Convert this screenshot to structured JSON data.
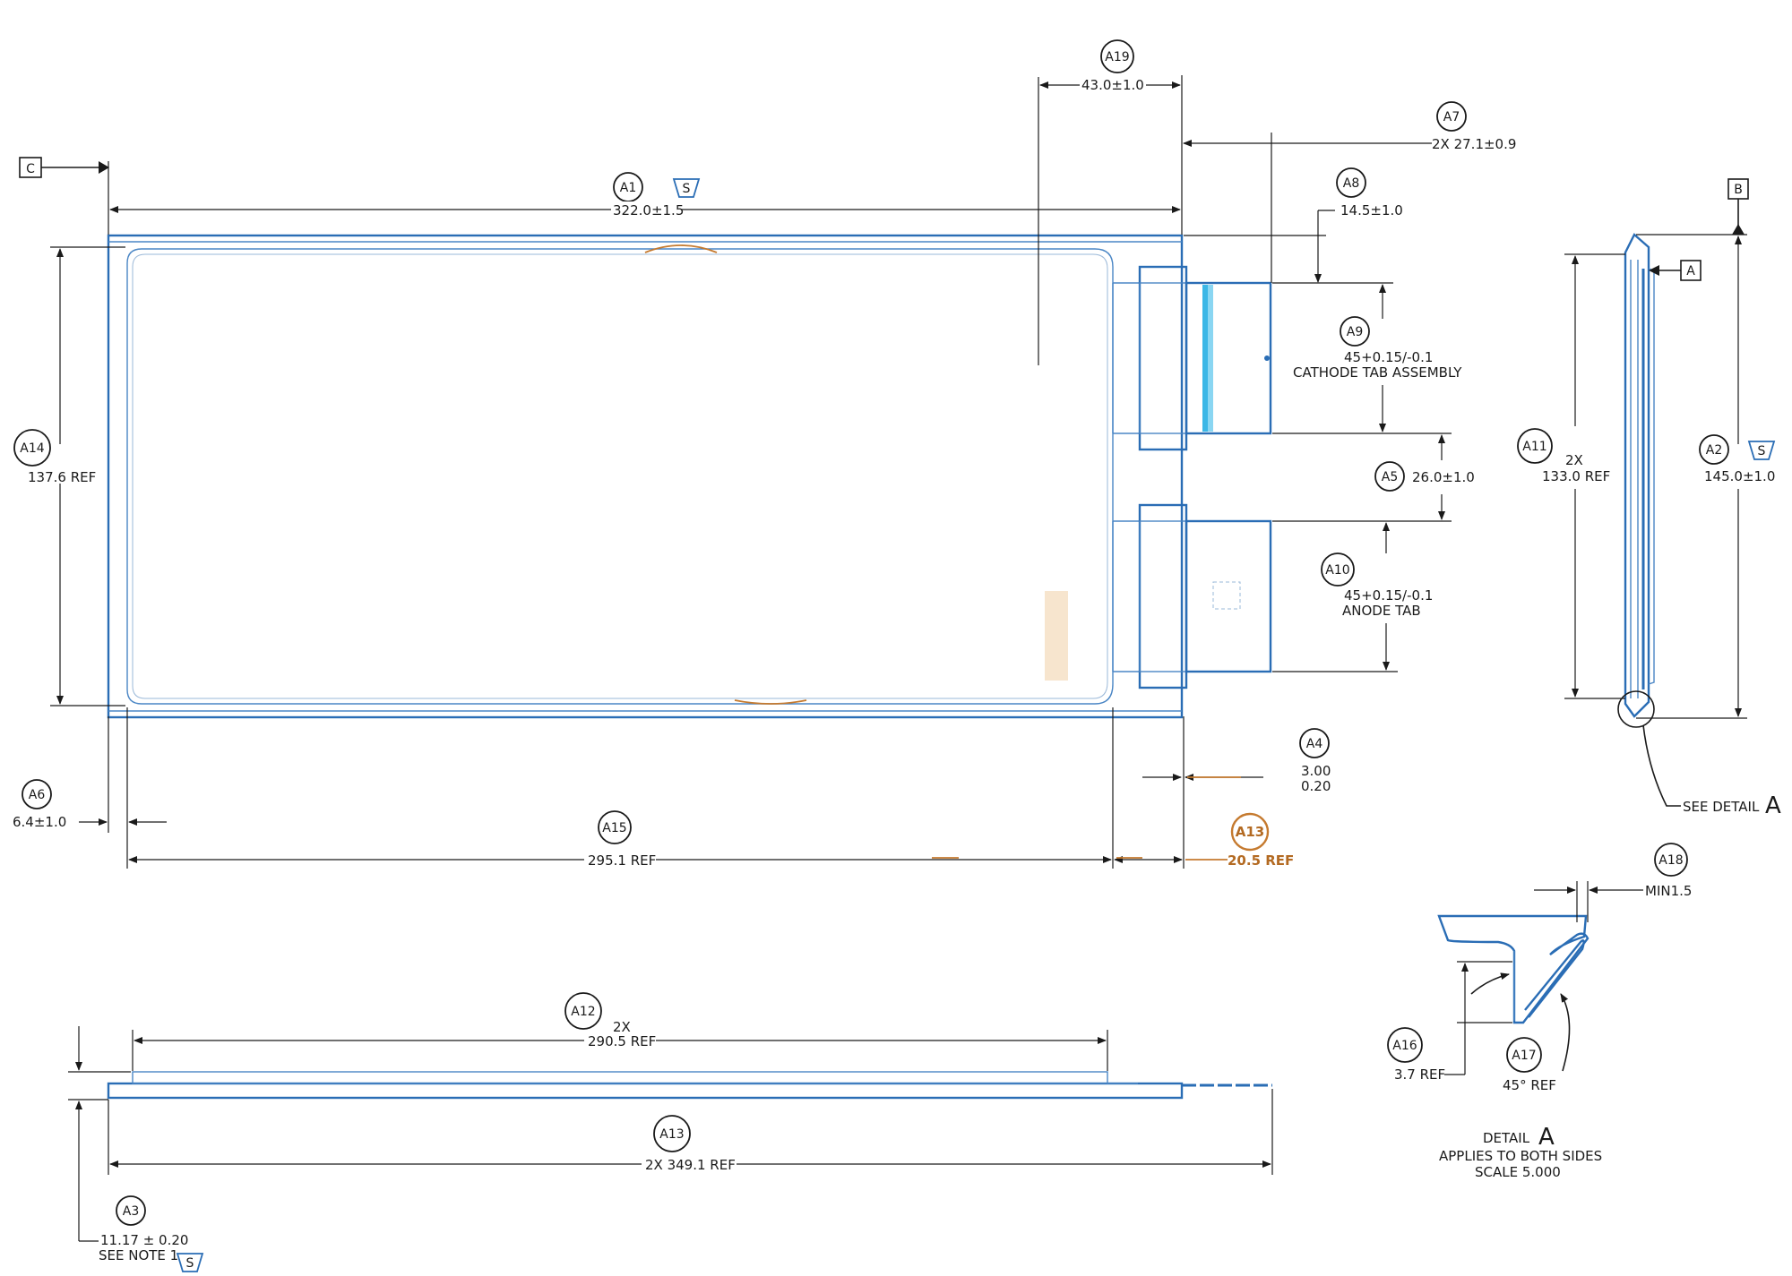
{
  "datums": {
    "c": "C",
    "b": "B",
    "a": "A"
  },
  "balloons": {
    "a1": "A1",
    "a2": "A2",
    "a3": "A3",
    "a4": "A4",
    "a5": "A5",
    "a6": "A6",
    "a7": "A7",
    "a8": "A8",
    "a9": "A9",
    "a10": "A10",
    "a11": "A11",
    "a12": "A12",
    "a13_side": "A13",
    "a13_orange": "A13",
    "a14": "A14",
    "a15": "A15",
    "a16": "A16",
    "a17": "A17",
    "a18": "A18",
    "a19": "A19"
  },
  "s_symbol": "S",
  "dims": {
    "a1": "322.0±1.5",
    "a19": "43.0±1.0",
    "a7": "2X 27.1±0.9",
    "a8": "14.5±1.0",
    "a9_value": "45+0.15/-0.1",
    "a9_label": "CATHODE TAB ASSEMBLY",
    "a5": "26.0±1.0",
    "a10_value": "45+0.15/-0.1",
    "a10_label": "ANODE TAB",
    "a14": "137.6 REF",
    "a4_top": "3.00",
    "a4_bottom": "0.20",
    "a6": "6.4±1.0",
    "a15": "295.1 REF",
    "a13_orange": "20.5 REF",
    "a11_count": "2X",
    "a11_value": "133.0 REF",
    "a2": "145.0±1.0",
    "a12_count": "2X",
    "a12_value": "290.5 REF",
    "a13_side": "2X 349.1 REF",
    "a3_value": "11.17 ± 0.20",
    "a3_note": "SEE NOTE 1",
    "a18": "MIN1.5",
    "a16": "3.7 REF",
    "a17": "45° REF"
  },
  "see_detail": {
    "text": "SEE DETAIL",
    "letter": "A"
  },
  "detail": {
    "title": "DETAIL",
    "letter": "A",
    "line2": "APPLIES TO BOTH SIDES",
    "line3": "SCALE  5.000"
  },
  "colors": {
    "outline": "#2a6db5",
    "ink": "#1a1a1a",
    "highlight": "#c57a2f"
  }
}
